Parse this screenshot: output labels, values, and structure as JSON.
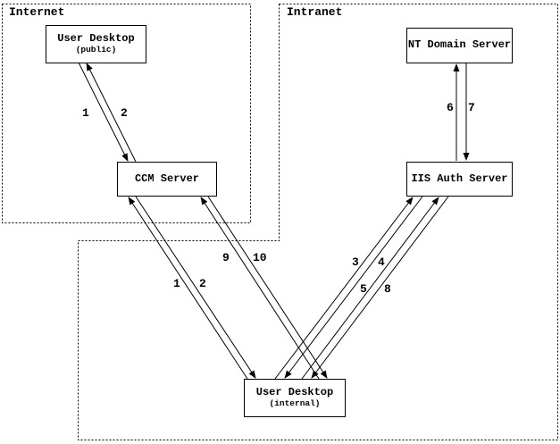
{
  "diagram": {
    "background_color": "#ffffff",
    "line_color": "#000000",
    "zones": [
      {
        "id": "internet",
        "label": "Internet"
      },
      {
        "id": "intranet",
        "label": "Intranet"
      }
    ],
    "nodes": [
      {
        "id": "user-desktop-public",
        "label": "User Desktop",
        "sublabel": "(public)",
        "zone": "Internet"
      },
      {
        "id": "ccm-server",
        "label": "CCM Server",
        "sublabel": "",
        "zone": "Internet"
      },
      {
        "id": "nt-domain-server",
        "label": "NT Domain Server",
        "sublabel": "",
        "zone": "Intranet"
      },
      {
        "id": "iis-auth-server",
        "label": "IIS Auth Server",
        "sublabel": "",
        "zone": "Intranet"
      },
      {
        "id": "user-desktop-internal",
        "label": "User Desktop",
        "sublabel": "(internal)",
        "zone": "Intranet"
      }
    ],
    "flow_labels": [
      {
        "text": "1",
        "arrow": "User Desktop (public) to CCM Server"
      },
      {
        "text": "2",
        "arrow": "CCM Server to User Desktop (public)"
      },
      {
        "text": "6",
        "arrow": "IIS Auth Server to NT Domain Server"
      },
      {
        "text": "7",
        "arrow": "NT Domain Server to IIS Auth Server"
      },
      {
        "text": "1",
        "arrow": "User Desktop (internal) to CCM Server"
      },
      {
        "text": "2",
        "arrow": "CCM Server to User Desktop (internal)"
      },
      {
        "text": "9",
        "arrow": "User Desktop (internal) to CCM Server"
      },
      {
        "text": "10",
        "arrow": "CCM Server to User Desktop (internal)"
      },
      {
        "text": "3",
        "arrow": "User Desktop (internal) to IIS Auth Server"
      },
      {
        "text": "4",
        "arrow": "IIS Auth Server to User Desktop (internal)"
      },
      {
        "text": "5",
        "arrow": "User Desktop (internal) to IIS Auth Server"
      },
      {
        "text": "8",
        "arrow": "IIS Auth Server to User Desktop (internal)"
      }
    ]
  }
}
